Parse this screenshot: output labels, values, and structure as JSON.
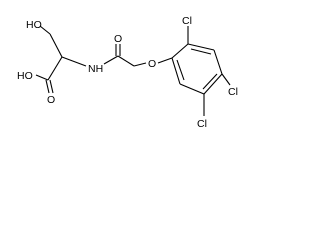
{
  "structure": {
    "atom_labels": {
      "hydroxyl": "HO",
      "acid_oh": "HO",
      "acid_o": "O",
      "amide_n": "NH",
      "amide_o": "O",
      "ether_o": "O",
      "cl_2": "Cl",
      "cl_4": "Cl",
      "cl_5": "Cl"
    }
  }
}
